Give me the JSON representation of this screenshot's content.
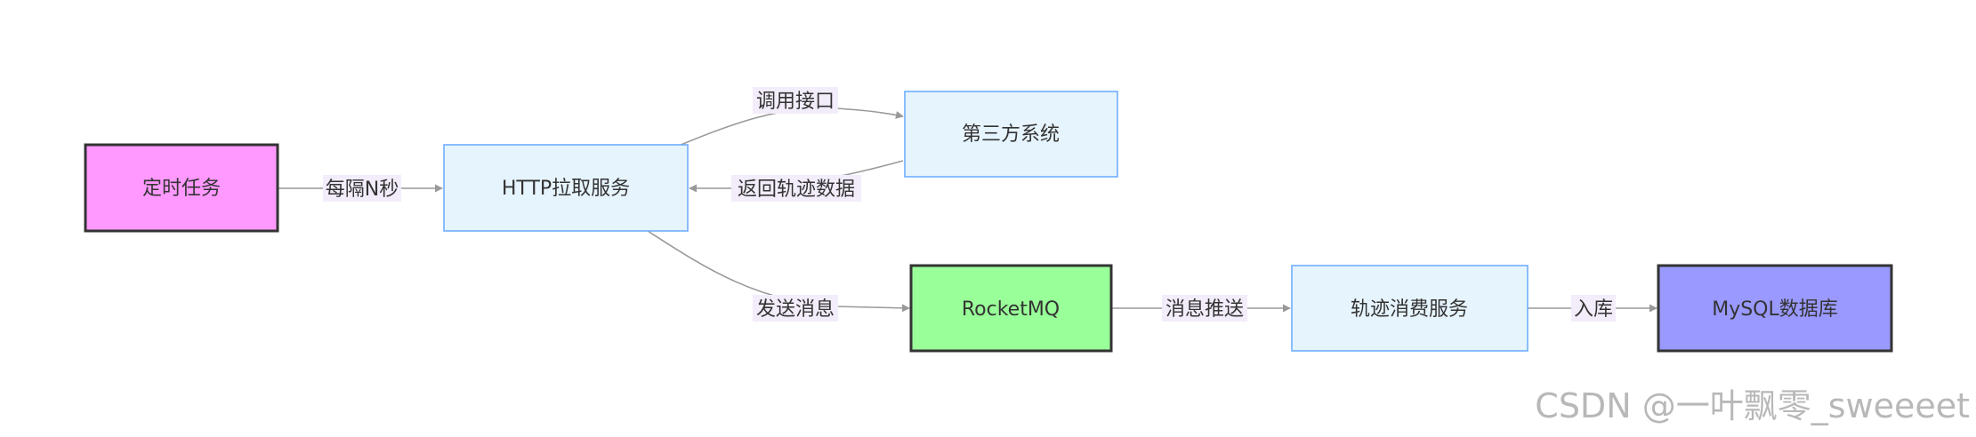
{
  "nodes": {
    "timer": {
      "label": "定时任务",
      "fill": "#ff99ff",
      "stroke": "#333333"
    },
    "http": {
      "label": "HTTP拉取服务",
      "fill": "#e6f4fd",
      "stroke": "#66aaff"
    },
    "third": {
      "label": "第三方系统",
      "fill": "#e6f4fd",
      "stroke": "#66aaff"
    },
    "rocketmq": {
      "label": "RocketMQ",
      "fill": "#99ff99",
      "stroke": "#333333"
    },
    "consumer": {
      "label": "轨迹消费服务",
      "fill": "#e6f4fd",
      "stroke": "#66aaff"
    },
    "mysql": {
      "label": "MySQL数据库",
      "fill": "#9999ff",
      "stroke": "#333333"
    }
  },
  "edges": {
    "timer_http": "每隔N秒",
    "http_third": "调用接口",
    "third_http": "返回轨迹数据",
    "http_mq": "发送消息",
    "mq_consumer": "消息推送",
    "consumer_mysql": "入库"
  },
  "watermark": "CSDN @一叶飘零_sweeeet",
  "colors": {
    "edge": "#999999",
    "edge_label_bg": "#f3ecfa"
  }
}
